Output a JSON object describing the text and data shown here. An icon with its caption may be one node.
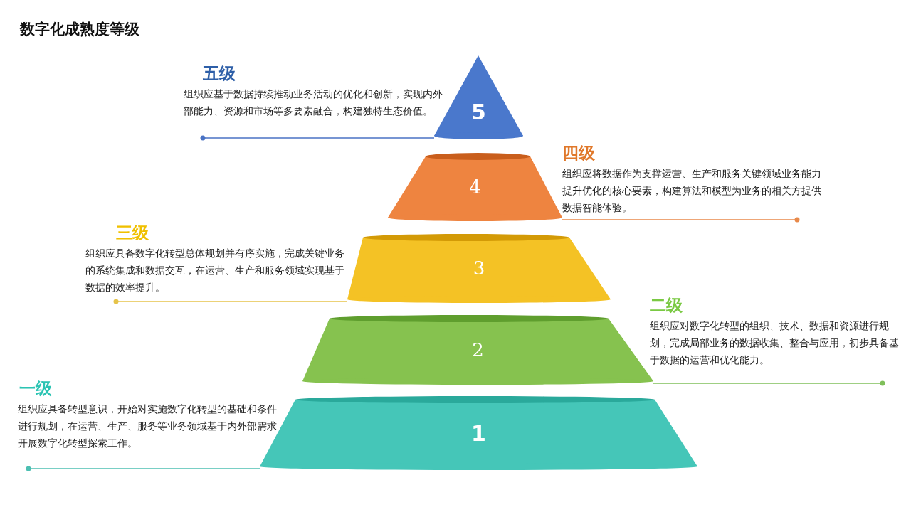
{
  "diagram": {
    "title": "数字化成熟度等级",
    "nodes": [
      {
        "text": [
          "五级",
          "组织应基于数据持续推动业务活动的优化和创新，实现内外部能力、资源和市场等多要素融合，构建独特生态价值。"
        ]
      },
      {
        "text": [
          "5"
        ]
      },
      {
        "text": [
          "四级",
          "组织应将数据作为支撑运营、生产和服务关键领域业务能力提升优化的核心要素，构建算法和模型为业务的相关方提供数据智能体验。"
        ]
      },
      {
        "text": [
          "4"
        ]
      },
      {
        "text": [
          "三级",
          "组织应具备数字化转型总体规划并有序实施，完成关键业务的系统集成和数据交互，在运营、生产和服务领域实现基于数据的效率提升。"
        ]
      },
      {
        "text": [
          "3"
        ]
      },
      {
        "text": [
          "二级",
          "组织应对数字化转型的组织、技术、数据和资源进行规划，完成局部业务的数据收集、整合与应用，初步具备基于数据的运营和优化能力。"
        ]
      },
      {
        "text": [
          "2"
        ]
      },
      {
        "text": [
          "一级",
          "组织应具备转型意识，开始对实施数字化转型的基础和条件进行规划，在运营、生产、服务等业务领域基于内外部需求开展数字化转型探索工作。"
        ]
      },
      {
        "text": [
          "1"
        ]
      }
    ],
    "edges": [
      {
        "from": 0,
        "to": 1,
        "arrow": "other",
        "color": "#4a72c4"
      },
      {
        "from": 2,
        "to": 3,
        "arrow": "other",
        "color": "#e8894a"
      },
      {
        "from": 4,
        "to": 5,
        "arrow": "other",
        "color": "#e6c34a"
      },
      {
        "from": 6,
        "to": 7,
        "arrow": "other",
        "color": "#7fbf5a"
      },
      {
        "from": 8,
        "to": 9,
        "arrow": "other",
        "color": "#4cbfb2"
      }
    ]
  }
}
